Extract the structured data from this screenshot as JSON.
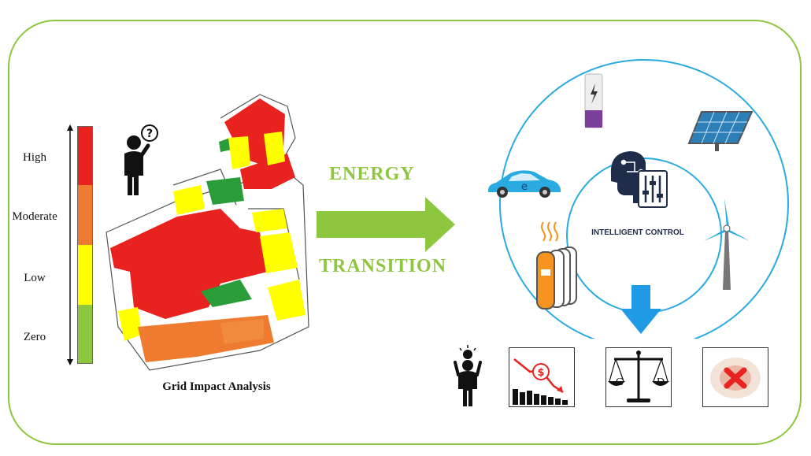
{
  "scale": {
    "labels": [
      "High",
      "Moderate",
      "Low",
      "Zero"
    ],
    "colors": [
      "#e8231f",
      "#ee7b30",
      "#ffff00",
      "#8dc63f"
    ]
  },
  "map": {
    "caption": "Grid Impact Analysis"
  },
  "transition": {
    "line1": "ENERGY",
    "line2": "TRANSITION"
  },
  "control": {
    "label": "INTELLIGENT CONTROL"
  },
  "scale_labels_gd": {
    "left": "G",
    "right": "D"
  },
  "colors": {
    "frame": "#8dc63f",
    "circle": "#29abe2",
    "arrow_down": "#1f9be6"
  },
  "icons": [
    "person-question-icon",
    "battery-icon",
    "solar-panel-icon",
    "electric-car-icon",
    "heat-pump-icon",
    "wind-turbine-icon",
    "ai-head-icon",
    "sliders-icon",
    "person-lightbulb-icon",
    "cost-decline-icon",
    "balance-scale-icon",
    "damage-x-icon"
  ]
}
